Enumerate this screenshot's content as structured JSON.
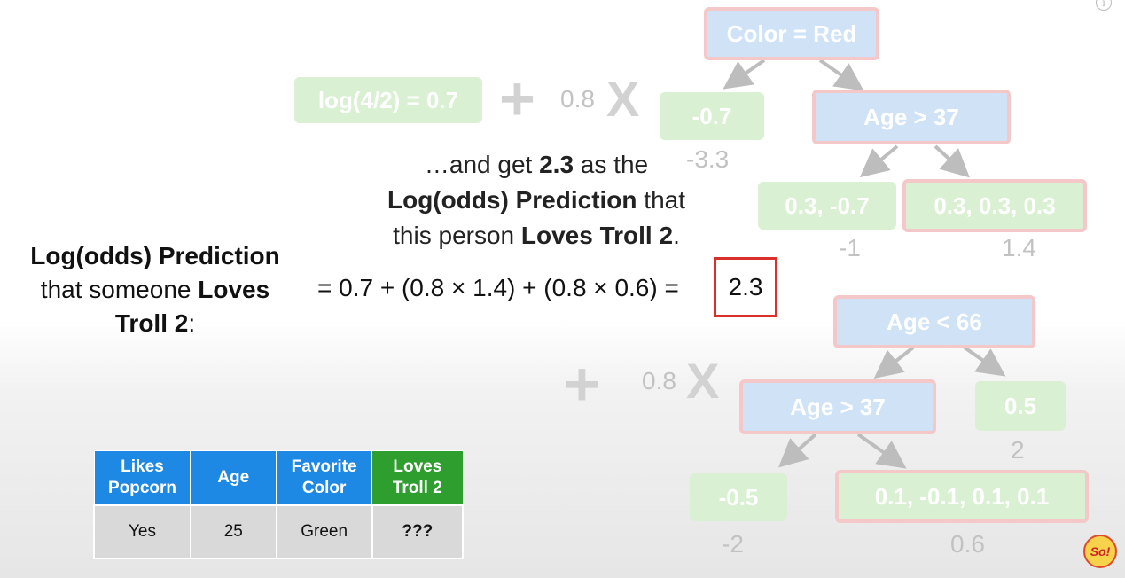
{
  "colors": {
    "leaf_green": "#daf0d2",
    "node_blue": "#cfe2f6",
    "highlight_red": "#d9302c",
    "table_blue": "#1e88e5",
    "table_green": "#2e9e2e"
  },
  "top_row": {
    "initial_prediction": "log(4/2) = 0.7",
    "plus": "+",
    "learning_rate": "0.8",
    "times": "X"
  },
  "tree1": {
    "root": "Color = Red",
    "left_leaf": "-0.7",
    "left_leaf_output": "-3.3",
    "right_node": "Age > 37",
    "rl_leaf": "0.3, -0.7",
    "rl_output": "-1",
    "rr_leaf": "0.3, 0.3, 0.3",
    "rr_output": "1.4"
  },
  "middle_text": {
    "line1_pre": "…and get ",
    "line1_bold": "2.3",
    "line1_post": " as the",
    "line2_bold": "Log(odds) Prediction",
    "line2_post": " that",
    "line3_pre": "this person ",
    "line3_bold": "Loves Troll 2",
    "line3_post": "."
  },
  "left_text": {
    "line1_bold": "Log(odds) Prediction",
    "line2_pre": "that someone ",
    "line2_bold": "Loves",
    "line3_bold": "Troll 2",
    "line3_post": ":"
  },
  "equation": {
    "expression": "= 0.7 + (0.8 × 1.4) + (0.8 × 0.6) =",
    "result": "2.3"
  },
  "second_row": {
    "plus": "+",
    "learning_rate": "0.8",
    "times": "X"
  },
  "tree2": {
    "root": "Age < 66",
    "left_node": "Age > 37",
    "right_leaf": "0.5",
    "right_leaf_output": "2",
    "ll_leaf": "-0.5",
    "ll_output": "-2",
    "lr_leaf": "0.1, -0.1, 0.1, 0.1",
    "lr_output": "0.6"
  },
  "table": {
    "headers": [
      "Likes Popcorn",
      "Age",
      "Favorite Color",
      "Loves Troll 2"
    ],
    "header_lines": [
      [
        "Likes",
        "Popcorn"
      ],
      [
        "Age"
      ],
      [
        "Favorite",
        "Color"
      ],
      [
        "Loves",
        "Troll 2"
      ]
    ],
    "row": [
      "Yes",
      "25",
      "Green",
      "???"
    ]
  },
  "logo": {
    "text": "So!"
  },
  "info_icon": {
    "glyph": "i"
  }
}
